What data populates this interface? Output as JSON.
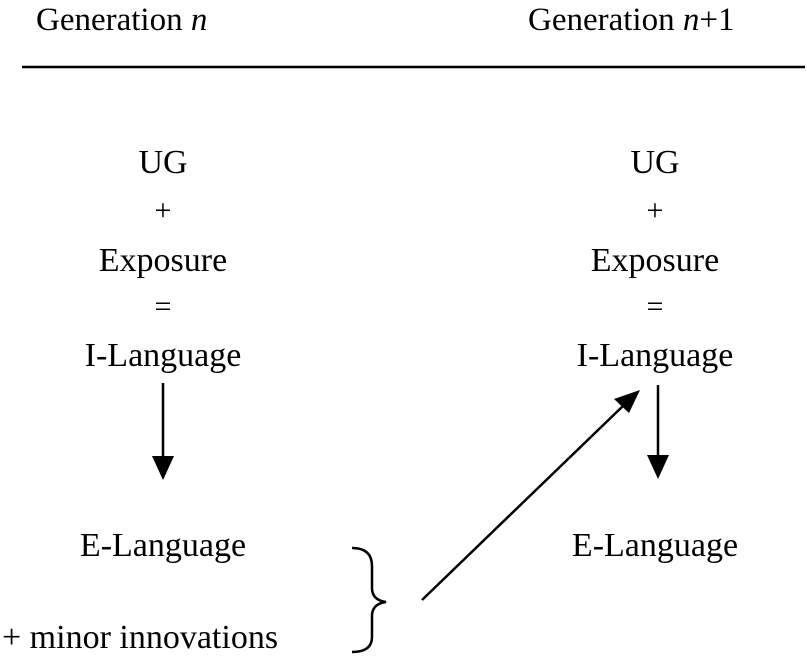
{
  "header": {
    "left_prefix": "Generation ",
    "left_var": "n",
    "right_prefix": "Generation ",
    "right_var": "n",
    "right_suffix": "+1"
  },
  "left_column": {
    "ug": "UG",
    "plus": "+",
    "exposure": "Exposure",
    "equals": "=",
    "i_language": "I-Language",
    "e_language": "E-Language"
  },
  "right_column": {
    "ug": "UG",
    "plus": "+",
    "exposure": "Exposure",
    "equals": "=",
    "i_language": "I-Language",
    "e_language": "E-Language"
  },
  "innovations": "+ minor innovations"
}
